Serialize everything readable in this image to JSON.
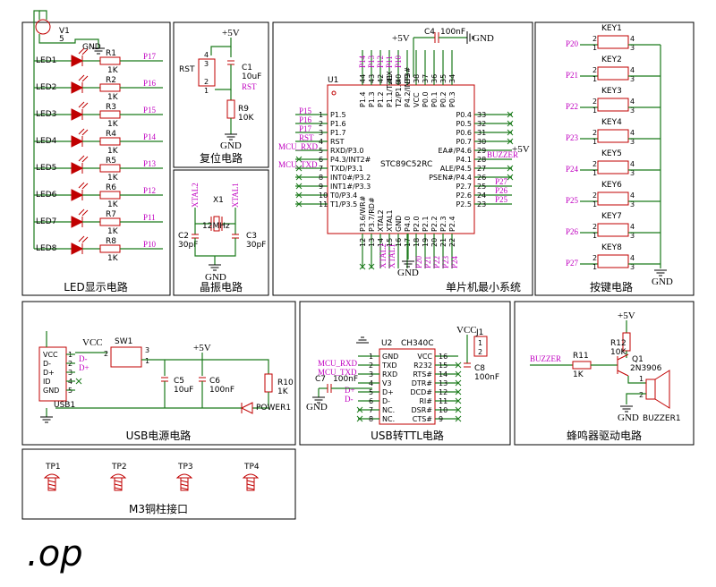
{
  "footer_text": ".op",
  "panels": {
    "led": "LED显示电路",
    "reset": "复位电路",
    "crystal": "晶振电路",
    "mcu": "单片机最小系统",
    "keys": "按键电路",
    "usb_power": "USB电源电路",
    "usb_ttl": "USB转TTL电路",
    "buzzer": "蜂鸣器驱动电路",
    "m3": "M3铜柱接口"
  },
  "led_circuit": {
    "source": "V1",
    "source_value": "5",
    "ground": "GND",
    "leds": [
      "LED1",
      "LED2",
      "LED3",
      "LED4",
      "LED5",
      "LED6",
      "LED7",
      "LED8"
    ],
    "resistors": [
      "R1",
      "R2",
      "R3",
      "R4",
      "R5",
      "R6",
      "R7",
      "R8"
    ],
    "resistor_value": "1K",
    "nets": [
      "P17",
      "P16",
      "P15",
      "P14",
      "P13",
      "P12",
      "P11",
      "P10"
    ]
  },
  "reset_circuit": {
    "vcc": "+5V",
    "switch": "RST",
    "pins": [
      "4",
      "3",
      "2",
      "1"
    ],
    "cap": "C1",
    "cap_value": "10uF",
    "net": "RST",
    "resistor": "R9",
    "resistor_value": "10K",
    "ground": "GND"
  },
  "crystal_circuit": {
    "net1": "XTAL2",
    "net2": "XTAL1",
    "crystal": "X1",
    "freq": "12MHz",
    "cap1": "C2",
    "cap2": "C3",
    "cap_value": "30pF",
    "ground": "GND"
  },
  "mcu": {
    "ref": "U1",
    "part": "STC89C52RC",
    "vcc": "+5V",
    "cap": "C4",
    "cap_value": "100nF",
    "ground": "GND",
    "top_nets": [
      "P14",
      "P13",
      "P12",
      "P11",
      "P10"
    ],
    "top_labels": [
      "P1.4",
      "P1.3",
      "P1.2",
      "P1.1/T2EX",
      "T2/P1.0",
      "P4.2/INT3#",
      "VCC",
      "P0.0",
      "P0.1",
      "P0.2",
      "P0.3"
    ],
    "top_pins": [
      "44",
      "43",
      "42",
      "41",
      "40",
      "39",
      "38",
      "37",
      "36",
      "35",
      "34"
    ],
    "left_nets": [
      "P15",
      "P16",
      "P17",
      "RST",
      "MCU_RXD",
      "",
      "MCU_TXD"
    ],
    "left_labels": [
      "P1.5",
      "P1.6",
      "P1.7",
      "RST",
      "RXD/P3.0",
      "P4.3/INT2#",
      "TXD/P3.1",
      "INT0#/P3.2",
      "INT1#/P3.3",
      "T0/P3.4",
      "T1/P3.5"
    ],
    "left_pins": [
      "1",
      "2",
      "3",
      "4",
      "5",
      "6",
      "7",
      "8",
      "9",
      "10",
      "11"
    ],
    "right_labels": [
      "P0.4",
      "P0.5",
      "P0.6",
      "P0.7",
      "EA#/P4.6",
      "P4.1",
      "ALE/P4.5",
      "PSEN#/P4.4",
      "P2.7",
      "P2.6",
      "P2.5"
    ],
    "right_pins": [
      "33",
      "32",
      "31",
      "30",
      "29",
      "28",
      "27",
      "26",
      "25",
      "24",
      "23"
    ],
    "right_nets": {
      "buzzer": "BUZZER",
      "p27": "P27",
      "p26": "P26",
      "p25": "P25",
      "vcc": "+5V"
    },
    "bottom_labels": [
      "P3.6/WR#",
      "P3.7/RD#",
      "XTAL2",
      "XTAL1",
      "GND",
      "P4.0",
      "P2.0",
      "P2.1",
      "P2.2",
      "P2.3",
      "P2.4"
    ],
    "bottom_pins": [
      "12",
      "13",
      "14",
      "15",
      "16",
      "17",
      "18",
      "19",
      "20",
      "21",
      "22"
    ],
    "bottom_nets": [
      "XTAL2",
      "XTAL1",
      "P20",
      "P21",
      "P22",
      "P23",
      "P24"
    ],
    "bottom_ground": "GND"
  },
  "keys": {
    "names": [
      "KEY1",
      "KEY2",
      "KEY3",
      "KEY4",
      "KEY5",
      "KEY6",
      "KEY7",
      "KEY8"
    ],
    "nets": [
      "P20",
      "P21",
      "P22",
      "P23",
      "P24",
      "P25",
      "P26",
      "P27"
    ],
    "pins": [
      "1",
      "2",
      "3",
      "4"
    ],
    "ground": "GND"
  },
  "usb_power": {
    "connector": "USB1",
    "pins": [
      "VCC",
      "D-",
      "D+",
      "ID",
      "GND"
    ],
    "pin_nums": [
      "1",
      "2",
      "3",
      "4",
      "5"
    ],
    "vcc": "VCC",
    "nets": [
      "D-",
      "D+"
    ],
    "switch": "SW1",
    "switch_pins": [
      "1",
      "2",
      "3"
    ],
    "supply": "+5V",
    "c5": "C5",
    "c5_value": "10uF",
    "c6": "C6",
    "c6_value": "100nF",
    "r10": "R10",
    "r10_value": "1K",
    "led": "POWER1"
  },
  "usb_ttl": {
    "ic": "U2",
    "part": "CH340C",
    "vcc": "VCC",
    "jumper": "J1",
    "jumper_pins": [
      "1",
      "2"
    ],
    "left_labels": [
      "GND",
      "TXD",
      "RXD",
      "V3",
      "D+",
      "D-",
      "NC.",
      "NC."
    ],
    "left_pins": [
      "1",
      "2",
      "3",
      "4",
      "5",
      "6",
      "7",
      "8"
    ],
    "right_labels": [
      "VCC",
      "R232",
      "RTS#",
      "DTR#",
      "DCD#",
      "RI#",
      "DSR#",
      "CTS#"
    ],
    "right_pins": [
      "16",
      "15",
      "14",
      "13",
      "12",
      "11",
      "10",
      "9"
    ],
    "nets": [
      "MCU_RXD",
      "MCU_TXD",
      "D+",
      "D-"
    ],
    "c7": "C7",
    "c7_value": "100nF",
    "c8": "C8",
    "c8_value": "100nF",
    "ground": "GND"
  },
  "buzzer_circuit": {
    "supply": "+5V",
    "net": "BUZZER",
    "r11": "R11",
    "r11_value": "1K",
    "r12": "R12",
    "r12_value": "10K",
    "q1": "Q1",
    "q1_part": "2N3906",
    "buzzer": "BUZZER1",
    "pins": [
      "1",
      "2"
    ],
    "ground": "GND"
  },
  "m3": {
    "pads": [
      "TP1",
      "TP2",
      "TP3",
      "TP4"
    ]
  }
}
